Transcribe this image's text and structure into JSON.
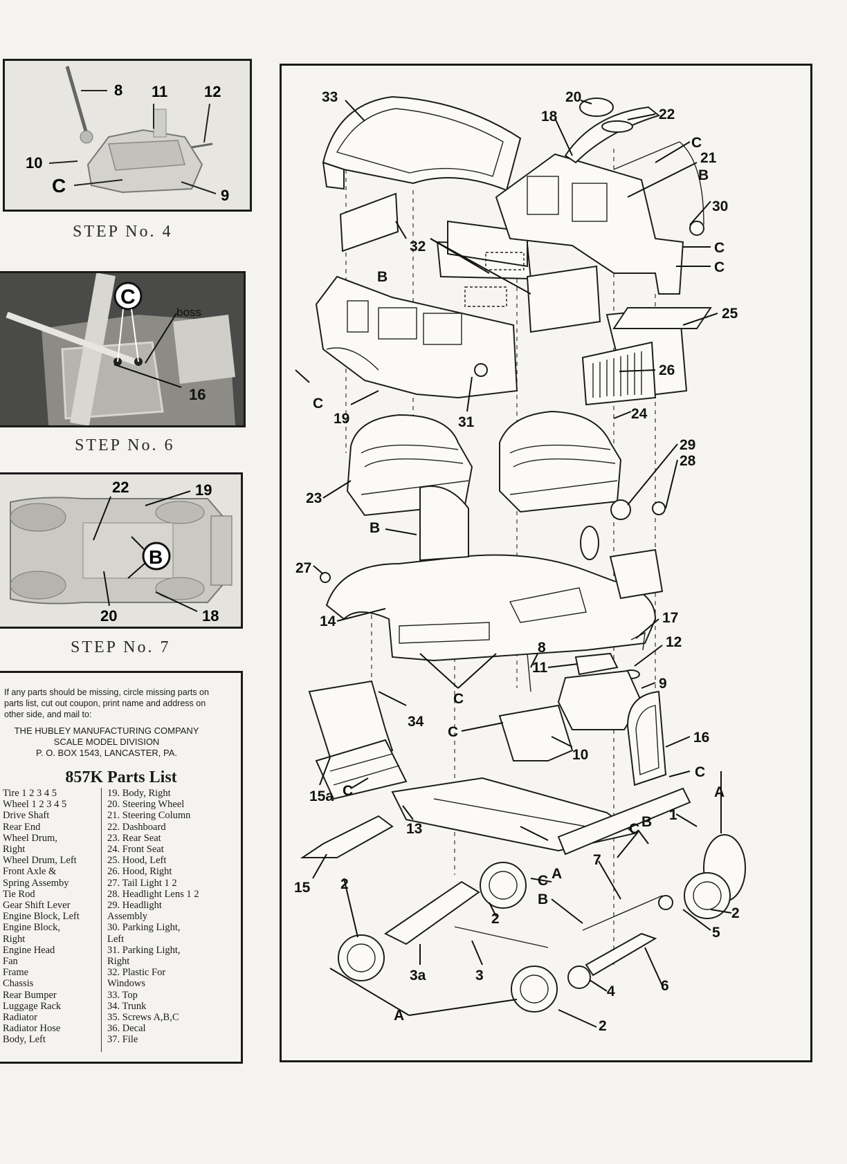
{
  "steps": [
    {
      "caption": "STEP No. 4",
      "callouts": [
        "8",
        "11",
        "12",
        "10",
        "C",
        "9"
      ]
    },
    {
      "caption": "STEP No. 6",
      "callouts": [
        "C",
        "boss",
        "16"
      ]
    },
    {
      "caption": "STEP No. 7",
      "callouts": [
        "22",
        "19",
        "B",
        "20",
        "18"
      ]
    }
  ],
  "coupon": {
    "notice": "If any parts should be missing, circle missing parts on parts list, cut out coupon, print name and address on other side, and mail to:",
    "company": "THE HUBLEY MANUFACTURING COMPANY",
    "division": "SCALE MODEL DIVISION",
    "address": "P. O. BOX 1543, LANCASTER, PA."
  },
  "parts_list": {
    "title": "857K Parts List",
    "left": [
      "Tire 1 2 3 4 5",
      "Wheel 1 2 3 4 5",
      "Drive Shaft",
      "Rear End",
      "Wheel Drum,",
      "Right",
      "Wheel Drum, Left",
      "Front Axle &",
      "Spring Assemby",
      "Tie Rod",
      "Gear Shift Lever",
      "Engine Block, Left",
      "Engine Block,",
      "Right",
      "Engine Head",
      "Fan",
      "Frame",
      "Chassis",
      "Rear Bumper",
      "Luggage Rack",
      "Radiator",
      "Radiator Hose",
      "Body, Left"
    ],
    "right": [
      "19. Body, Right",
      "20. Steering Wheel",
      "21. Steering Column",
      "22. Dashboard",
      "23. Rear Seat",
      "24. Front Seat",
      "25. Hood, Left",
      "26. Hood, Right",
      "27. Tail Light 1 2",
      "28. Headlight Lens 1 2",
      "29. Headlight",
      "Assembly",
      "30. Parking Light,",
      "Left",
      "31. Parking Light,",
      "Right",
      "32. Plastic For",
      "Windows",
      "33. Top",
      "34. Trunk",
      "35. Screws A,B,C",
      "36. Decal",
      "37. File"
    ]
  },
  "diagram_labels": {
    "l33": "33",
    "l20": "20",
    "l18": "18",
    "l22": "22",
    "lC1": "C",
    "l21": "21",
    "lB1": "B",
    "l30": "30",
    "lC2": "C",
    "lC3": "C",
    "l32": "32",
    "lB2": "B",
    "l25": "25",
    "l26": "26",
    "lC4": "C",
    "l19": "19",
    "l31": "31",
    "l24": "24",
    "l29": "29",
    "l28": "28",
    "l23": "23",
    "lB3": "B",
    "l27": "27",
    "l14": "14",
    "l17": "17",
    "l8": "8",
    "l12": "12",
    "l11": "11",
    "l9": "9",
    "lC5": "C",
    "l34": "34",
    "lC6": "C",
    "l16": "16",
    "l10": "10",
    "lC7": "C",
    "l15a": "15a",
    "lC8": "C",
    "l13": "13",
    "lA1": "A",
    "l1": "1",
    "lC9": "C",
    "lB4": "B",
    "l7": "7",
    "lA2": "A",
    "l15": "15",
    "l2a": "2",
    "l2b": "2",
    "lC10": "C",
    "lB5": "B",
    "l2c": "2",
    "l5": "5",
    "l3a": "3a",
    "l3": "3",
    "l4": "4",
    "l6": "6",
    "lA3": "A",
    "l2d": "2"
  }
}
